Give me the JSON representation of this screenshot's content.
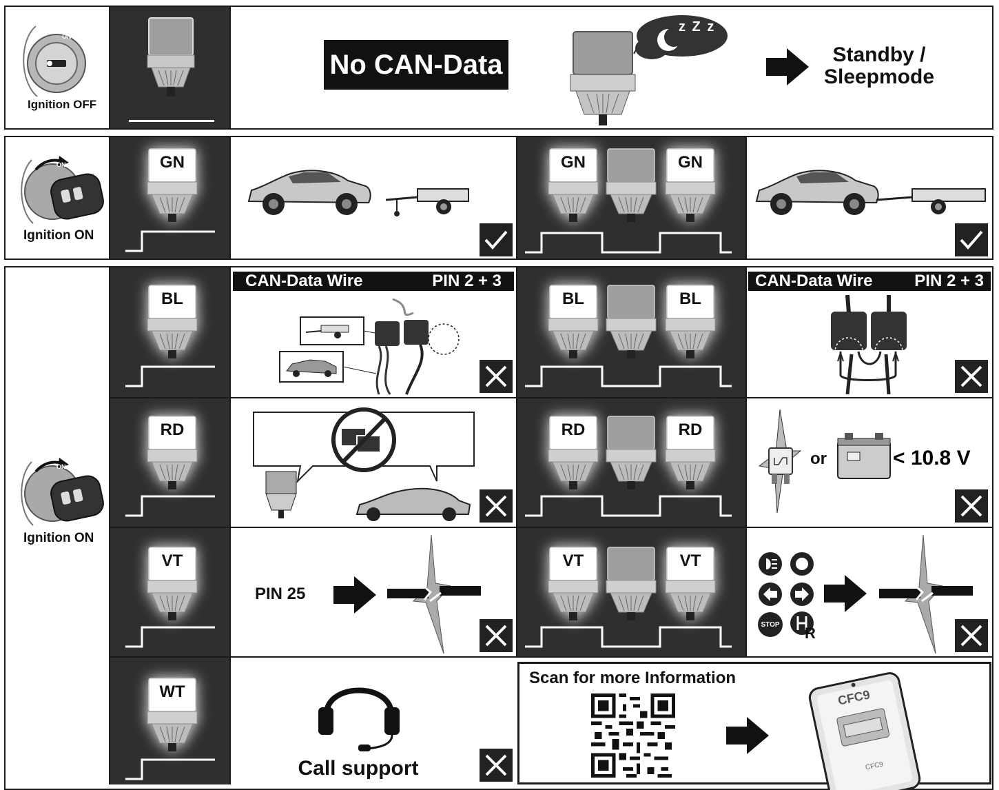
{
  "colors": {
    "dark_panel": "#2f2f2f",
    "border": "#1a1a1a",
    "glow": "#ffffff",
    "black": "#111111"
  },
  "row_off": {
    "ignition_label": "Ignition OFF",
    "ignition_icon": "ignition-key-off-icon",
    "no_can_label": "No CAN-Data",
    "sleep_glyph": "z Z z",
    "result_label_1": "Standby /",
    "result_label_2": "Sleepmode"
  },
  "row_gn": {
    "ignition_label": "Ignition ON",
    "single_code": "GN",
    "double_code_left": "GN",
    "double_code_right": "GN",
    "status_icon": "checkmark-icon"
  },
  "error_group": {
    "ignition_label": "Ignition ON",
    "bl": {
      "code": "BL",
      "banner_left": "CAN-Data Wire",
      "banner_right": "PIN 2 + 3",
      "double_left": "BL",
      "double_right": "BL",
      "banner2_left": "CAN-Data Wire",
      "banner2_right": "PIN 2 + 3"
    },
    "rd": {
      "code": "RD",
      "double_left": "RD",
      "double_right": "RD",
      "or_label": "or",
      "voltage_label": "< 10.8 V"
    },
    "vt": {
      "code": "VT",
      "pin_label": "PIN 25",
      "double_left": "VT",
      "double_right": "VT",
      "stop_label": "STOP",
      "reverse_label": "R"
    },
    "wt": {
      "code": "WT",
      "support_label": "Call support",
      "scan_label": "Scan for more Information",
      "device_label": "CFC9",
      "device_label_small": "CFC9"
    }
  }
}
